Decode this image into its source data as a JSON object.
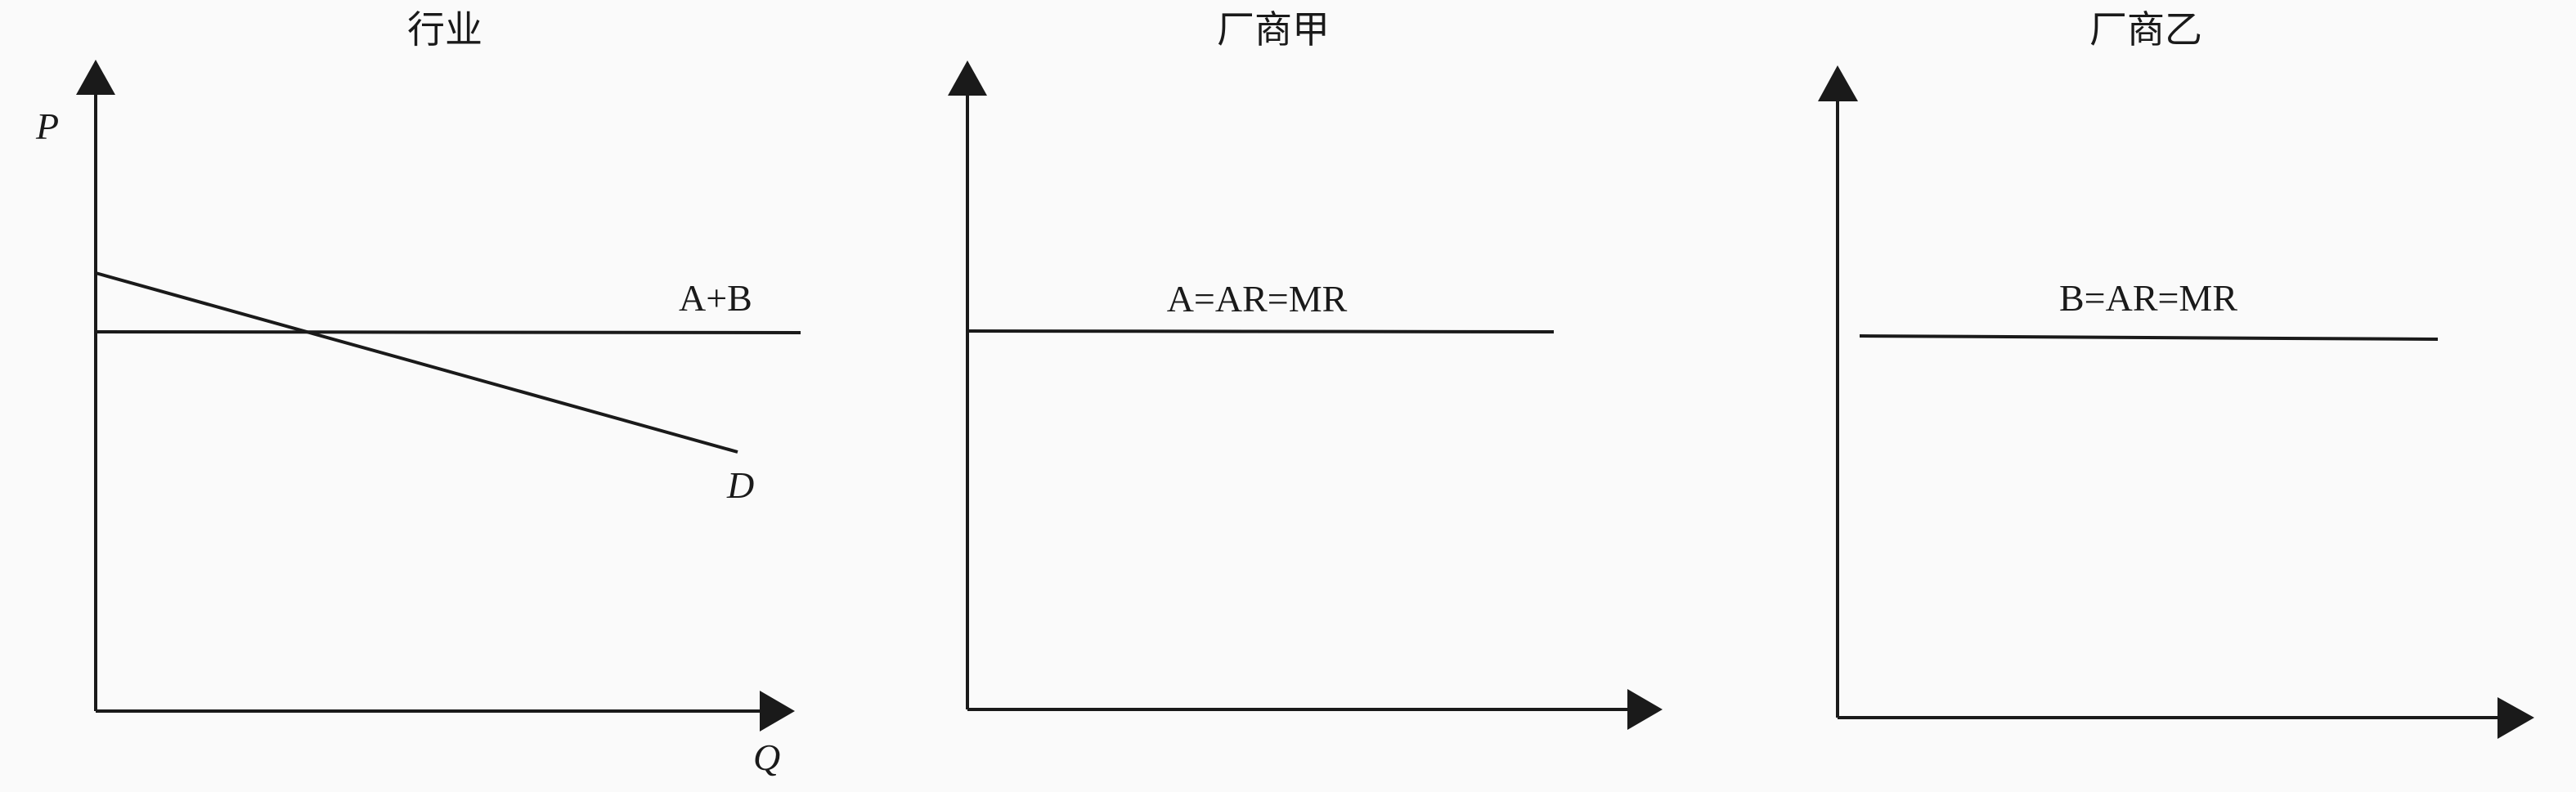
{
  "panels": [
    {
      "title": "行业",
      "y_axis_label": "P",
      "x_axis_label": "Q",
      "curves": [
        {
          "label": "A+B",
          "kind": "horizontal"
        },
        {
          "label": "D",
          "kind": "downward-sloping"
        }
      ]
    },
    {
      "title": "厂商甲",
      "curves": [
        {
          "label": "A=AR=MR",
          "kind": "horizontal"
        }
      ]
    },
    {
      "title": "厂商乙",
      "curves": [
        {
          "label": "B=AR=MR",
          "kind": "horizontal"
        }
      ]
    }
  ],
  "colors": {
    "line": "#1a1a1a",
    "background": "#fafafa"
  }
}
